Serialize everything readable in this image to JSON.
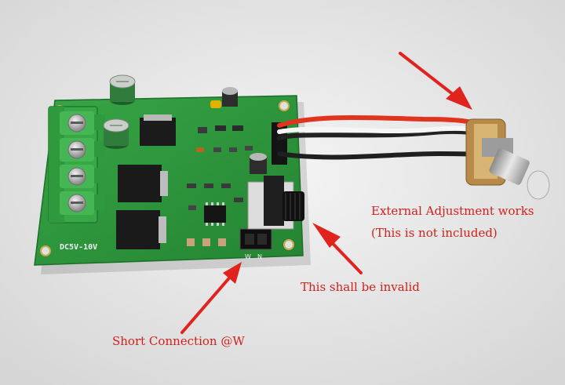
{
  "image": {
    "subject": "dc-motor-speed-controller-board-with-potentiometer",
    "colors": {
      "background": "#e6e6e6",
      "pcb": "#2f9a3d",
      "terminal": "#37a845",
      "annotation": "#e1231e"
    }
  },
  "board": {
    "model_label": "DC5V-10V",
    "pin_labels": {
      "w": "W",
      "n": "N"
    }
  },
  "annotations": {
    "external_adjustment": "External Adjustment works",
    "not_included": "(This is not included)",
    "invalid": "This shall be invalid",
    "short_connection": "Short Connection @W"
  }
}
